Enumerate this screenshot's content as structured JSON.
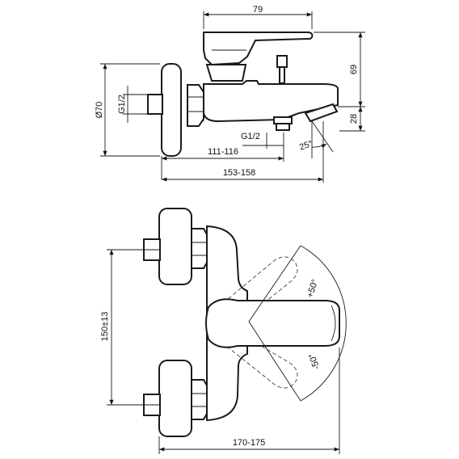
{
  "dimensions": {
    "top_width": "79",
    "height_69": "69",
    "height_28": "28",
    "diameter": "Ø70",
    "thread_left": "G1/2",
    "thread_bottom": "G1/2",
    "angle_spout": "25°",
    "reach_inner": "111-116",
    "reach_outer": "153-158",
    "center_distance": "150±13",
    "angle_up": "+50°",
    "angle_down": "-50°",
    "overall_width": "170-175"
  }
}
